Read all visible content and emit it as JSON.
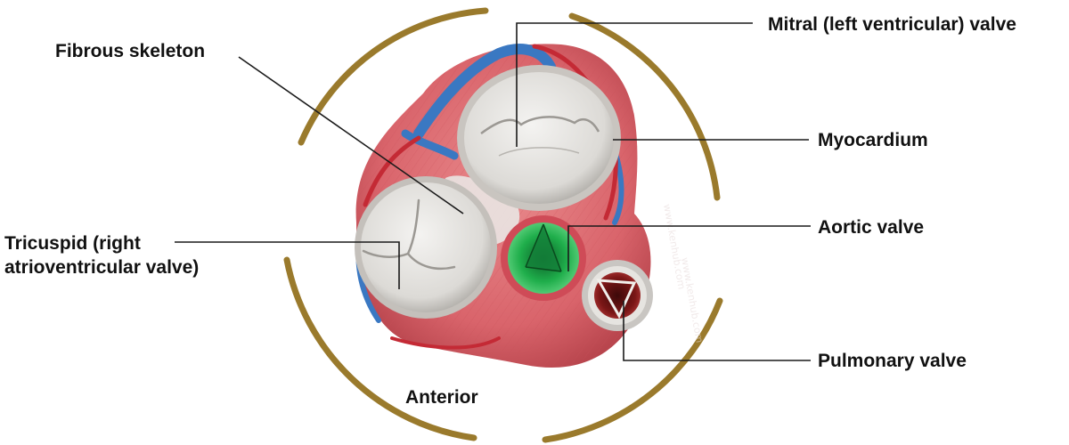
{
  "labels": {
    "fibrous_skeleton": "Fibrous skeleton",
    "mitral_valve": "Mitral (left ventricular) valve",
    "myocardium": "Myocardium",
    "aortic_valve": "Aortic valve",
    "tricuspid_line1": "Tricuspid (right",
    "tricuspid_line2": "atrioventricular valve)",
    "pulmonary_valve": "Pulmonary valve",
    "anterior": "Anterior"
  },
  "watermark": "www.kenhub.com",
  "colors": {
    "orientation_arc": "#9a7a2c",
    "myocardium": "#d9646b",
    "coronary_vein": "#3a78c2",
    "coronary_artery": "#c42a35",
    "valve_leaflet": "#e4e2de",
    "aortic_green": "#1fae4b",
    "pulmonary_dark": "#7a1616"
  }
}
